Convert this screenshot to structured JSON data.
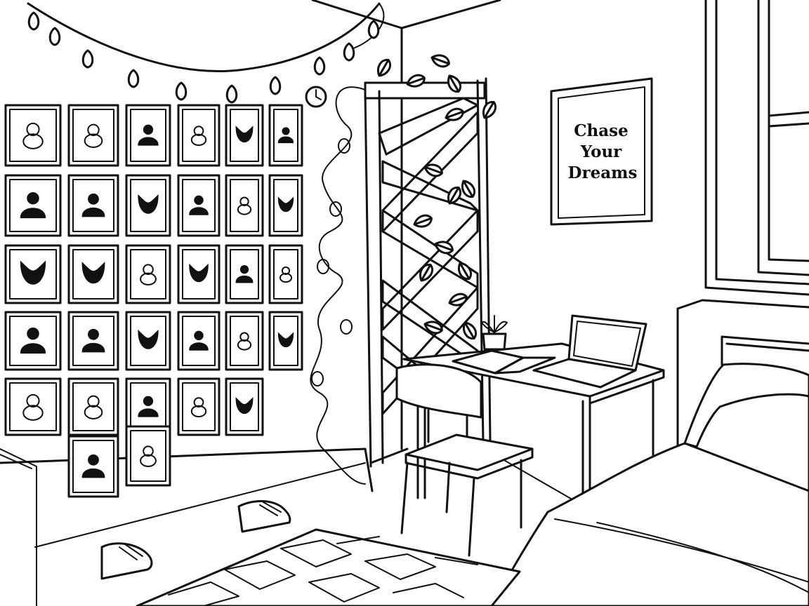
{
  "poster": {
    "lines": [
      "Chase",
      "Your",
      "Dreams"
    ]
  },
  "colors": {
    "ink": "#111111",
    "paper": "#ffffff"
  }
}
